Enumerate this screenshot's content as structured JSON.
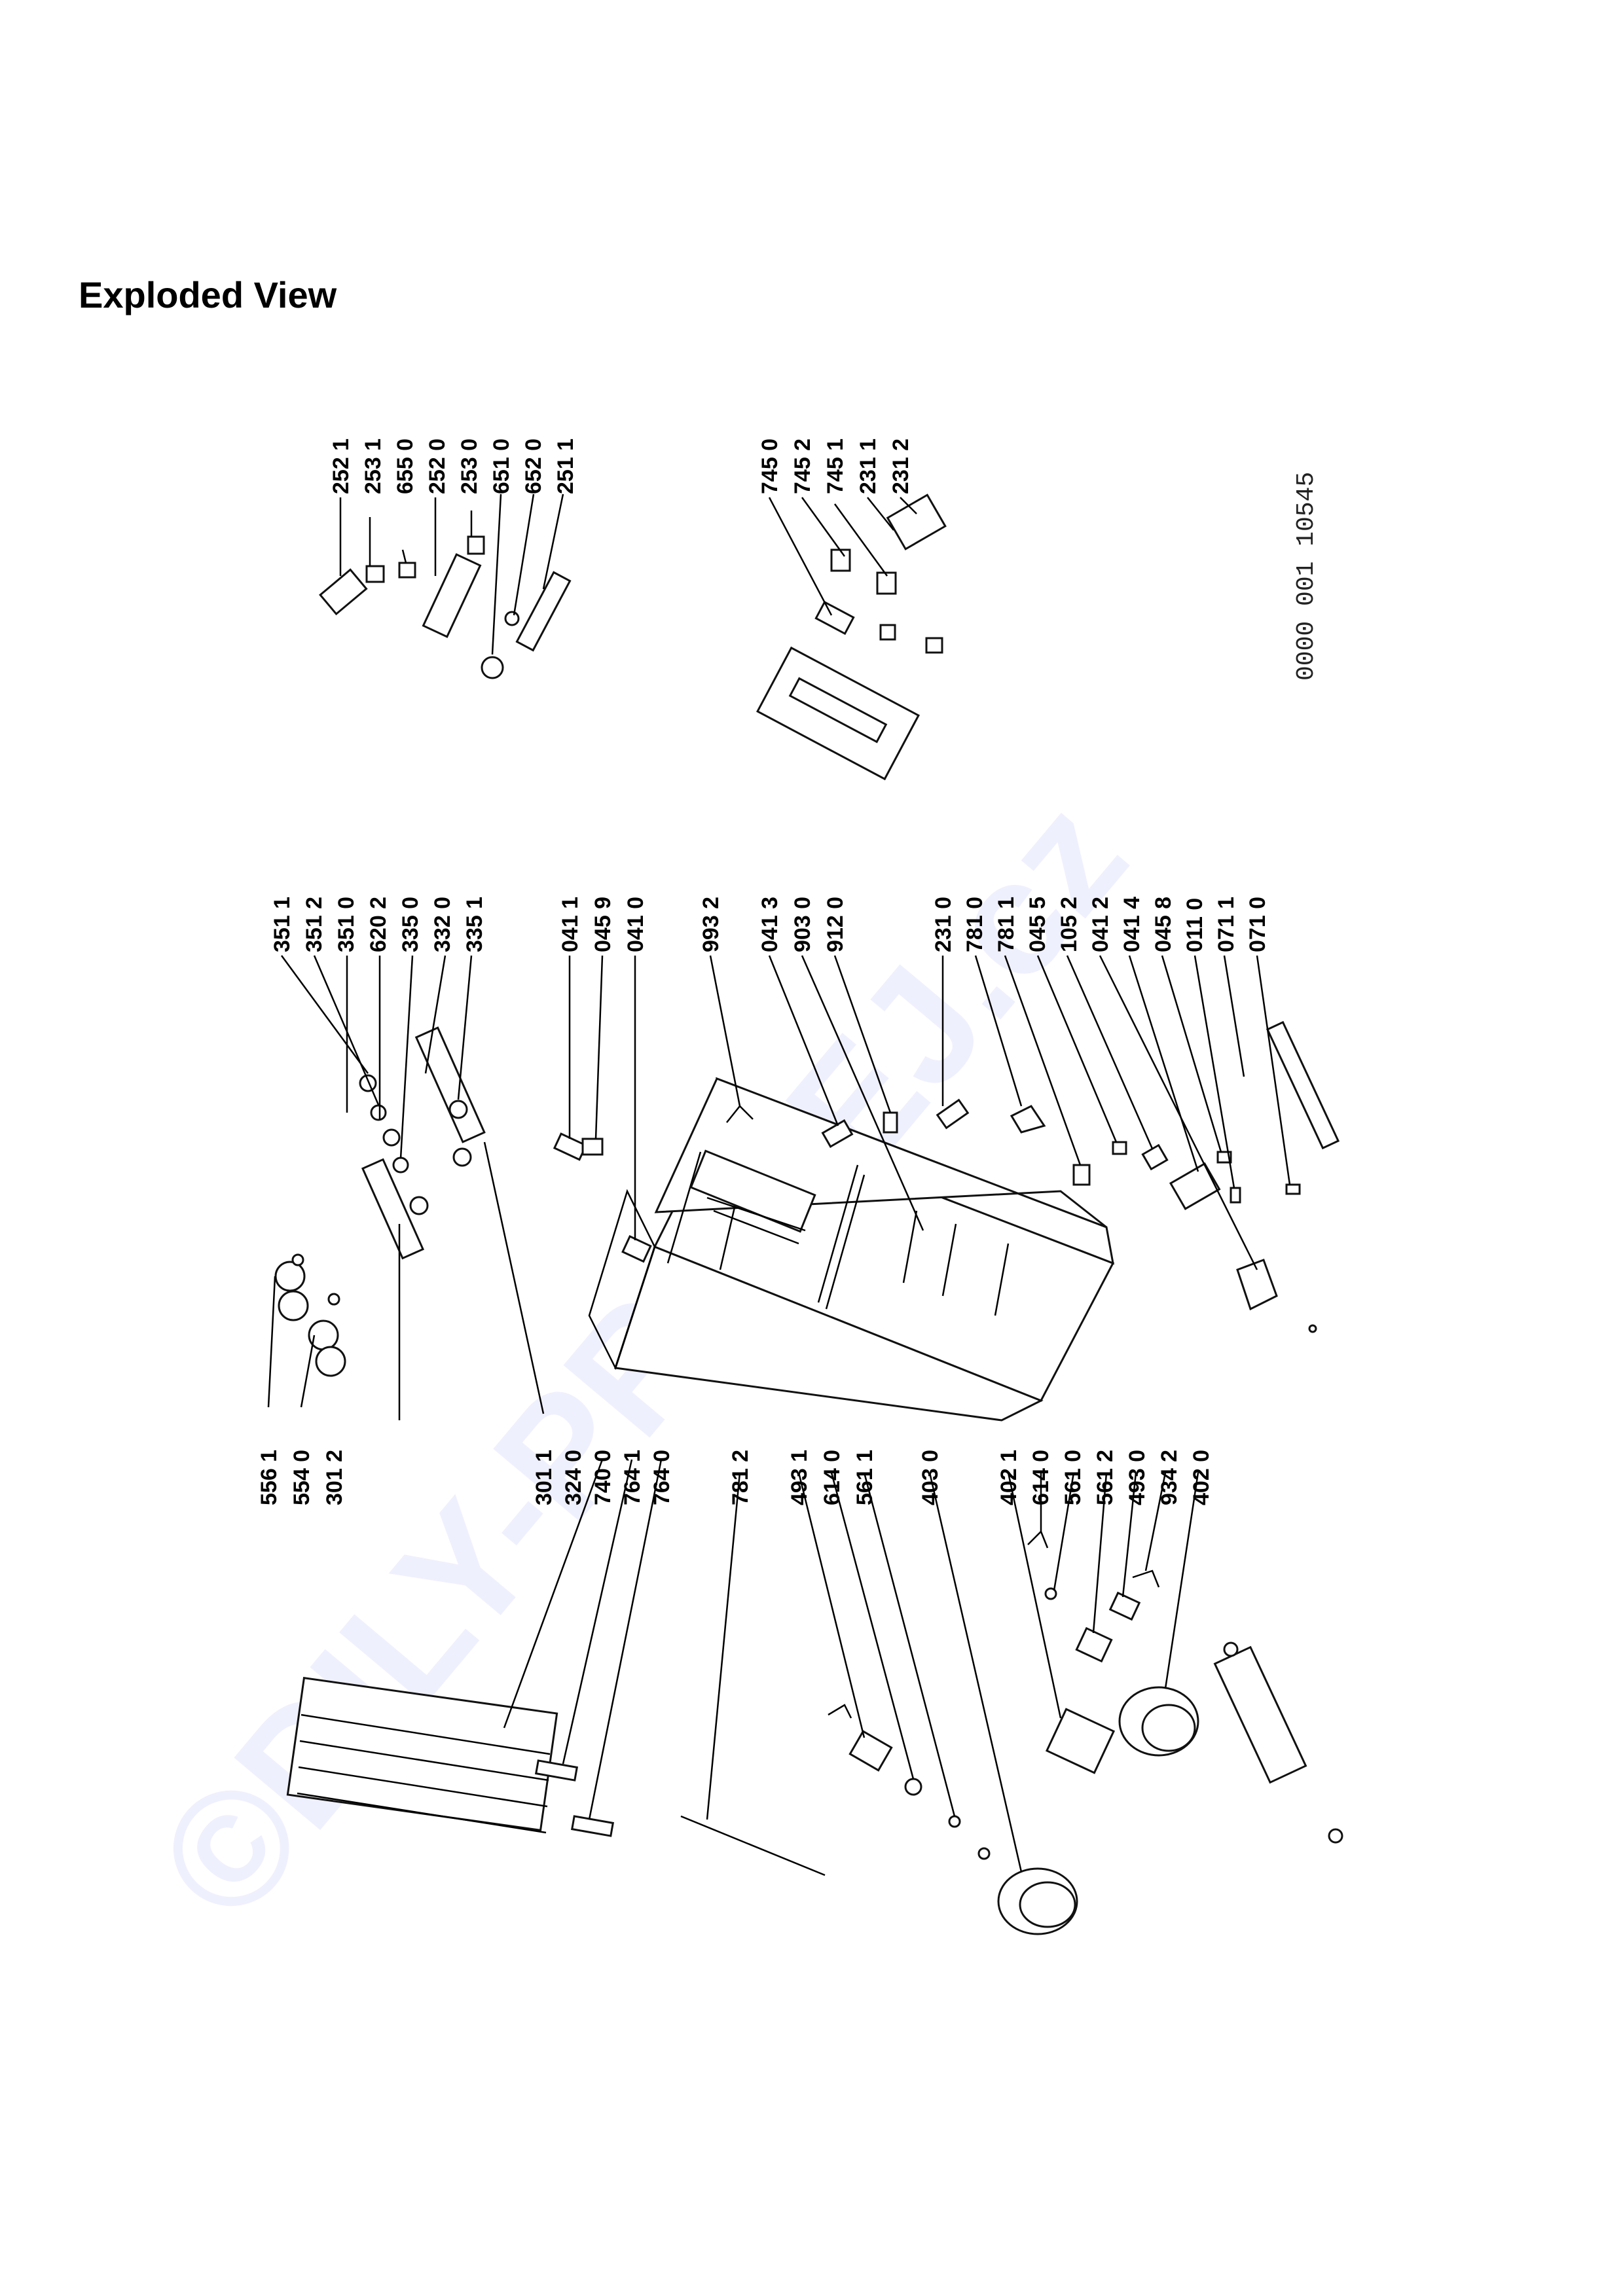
{
  "page": {
    "title": "Exploded View",
    "drawing_number": "0000 001 10545",
    "watermark": "©DILY-PROFEJ.cz"
  },
  "colors": {
    "ink": "#000000",
    "watermark": "#1f2de0"
  },
  "groups": [
    {
      "id": "g1",
      "labels": [
        "252 1",
        "253 1",
        "655 0",
        "252 0",
        "253 0",
        "651 0",
        "652 0",
        "251 1"
      ]
    },
    {
      "id": "g2",
      "labels": [
        "745 0",
        "745 2",
        "745 1",
        "231 1",
        "231 2"
      ]
    },
    {
      "id": "g3",
      "labels": [
        "351 1",
        "351 2",
        "351 0",
        "620 2",
        "335 0",
        "332 0",
        "335 1"
      ]
    },
    {
      "id": "g4",
      "labels": [
        "041 1",
        "045 9",
        "041 0"
      ]
    },
    {
      "id": "g5",
      "labels": [
        "993 2"
      ]
    },
    {
      "id": "g6",
      "labels": [
        "041 3",
        "903 0",
        "912 0"
      ]
    },
    {
      "id": "g7",
      "labels": [
        "231 0",
        "781 0",
        "781 1",
        "045 5",
        "105 2",
        "041 2",
        "041 4",
        "045 8",
        "011 0",
        "071 1",
        "071 0"
      ]
    },
    {
      "id": "g8",
      "labels": [
        "556 1",
        "554 0",
        "301 2"
      ]
    },
    {
      "id": "g9",
      "labels": [
        "301 1",
        "324 0",
        "740 0",
        "764 1",
        "764 0"
      ]
    },
    {
      "id": "g10",
      "labels": [
        "781 2"
      ]
    },
    {
      "id": "g11",
      "labels": [
        "493 1",
        "614 0",
        "561 1"
      ]
    },
    {
      "id": "g12",
      "labels": [
        "403 0"
      ]
    },
    {
      "id": "g13",
      "labels": [
        "402 1",
        "614 0",
        "561 0",
        "561 2",
        "493 0",
        "934 2",
        "402 0"
      ]
    }
  ]
}
